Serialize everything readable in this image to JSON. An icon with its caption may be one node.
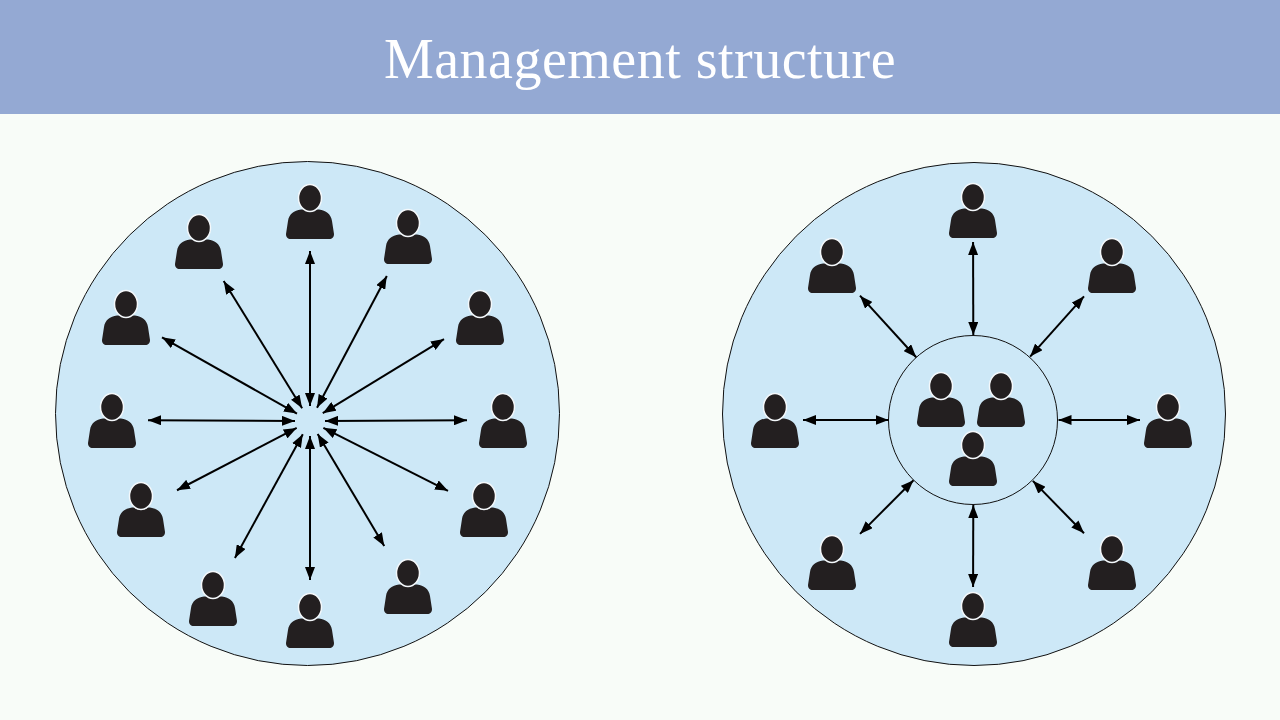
{
  "diagram": {
    "title": "Management structure",
    "nodes": [
      {
        "text": [],
        "shape": "circle"
      },
      {
        "text": [],
        "shape": "person",
        "in": 0
      },
      {
        "text": [],
        "shape": "person",
        "in": 0
      },
      {
        "text": [],
        "shape": "person",
        "in": 0
      },
      {
        "text": [],
        "shape": "person",
        "in": 0
      },
      {
        "text": [],
        "shape": "person",
        "in": 0
      },
      {
        "text": [],
        "shape": "person",
        "in": 0
      },
      {
        "text": [],
        "shape": "person",
        "in": 0
      },
      {
        "text": [],
        "shape": "person",
        "in": 0
      },
      {
        "text": [],
        "shape": "person",
        "in": 0
      },
      {
        "text": [],
        "shape": "person",
        "in": 0
      },
      {
        "text": [],
        "shape": "person",
        "in": 0
      },
      {
        "text": [],
        "shape": "person",
        "in": 0
      },
      {
        "text": [],
        "shape": "circle"
      },
      {
        "text": [],
        "shape": "circle",
        "in": 13
      },
      {
        "text": [],
        "shape": "person",
        "in": 14
      },
      {
        "text": [],
        "shape": "person",
        "in": 14
      },
      {
        "text": [],
        "shape": "person",
        "in": 14
      },
      {
        "text": [],
        "shape": "person",
        "in": 13
      },
      {
        "text": [],
        "shape": "person",
        "in": 13
      },
      {
        "text": [],
        "shape": "person",
        "in": 13
      },
      {
        "text": [],
        "shape": "person",
        "in": 13
      },
      {
        "text": [],
        "shape": "person",
        "in": 13
      },
      {
        "text": [],
        "shape": "person",
        "in": 13
      },
      {
        "text": [],
        "shape": "person",
        "in": 13
      },
      {
        "text": [],
        "shape": "person",
        "in": 13
      }
    ],
    "edges": [
      {
        "from": null,
        "to": 1,
        "arrow": "both"
      },
      {
        "from": null,
        "to": 2,
        "arrow": "both"
      },
      {
        "from": null,
        "to": 3,
        "arrow": "both"
      },
      {
        "from": null,
        "to": 4,
        "arrow": "both"
      },
      {
        "from": null,
        "to": 5,
        "arrow": "both"
      },
      {
        "from": null,
        "to": 6,
        "arrow": "both"
      },
      {
        "from": null,
        "to": 7,
        "arrow": "both"
      },
      {
        "from": null,
        "to": 8,
        "arrow": "both"
      },
      {
        "from": null,
        "to": 9,
        "arrow": "both"
      },
      {
        "from": null,
        "to": 10,
        "arrow": "both"
      },
      {
        "from": null,
        "to": 11,
        "arrow": "both"
      },
      {
        "from": null,
        "to": 12,
        "arrow": "both"
      },
      {
        "from": 14,
        "to": 18,
        "arrow": "both"
      },
      {
        "from": 14,
        "to": 19,
        "arrow": "both"
      },
      {
        "from": 14,
        "to": 20,
        "arrow": "both"
      },
      {
        "from": 14,
        "to": 21,
        "arrow": "both"
      },
      {
        "from": 14,
        "to": 22,
        "arrow": "both"
      },
      {
        "from": 14,
        "to": 23,
        "arrow": "both"
      },
      {
        "from": 14,
        "to": 24,
        "arrow": "both"
      },
      {
        "from": 14,
        "to": 25,
        "arrow": "both"
      }
    ]
  }
}
